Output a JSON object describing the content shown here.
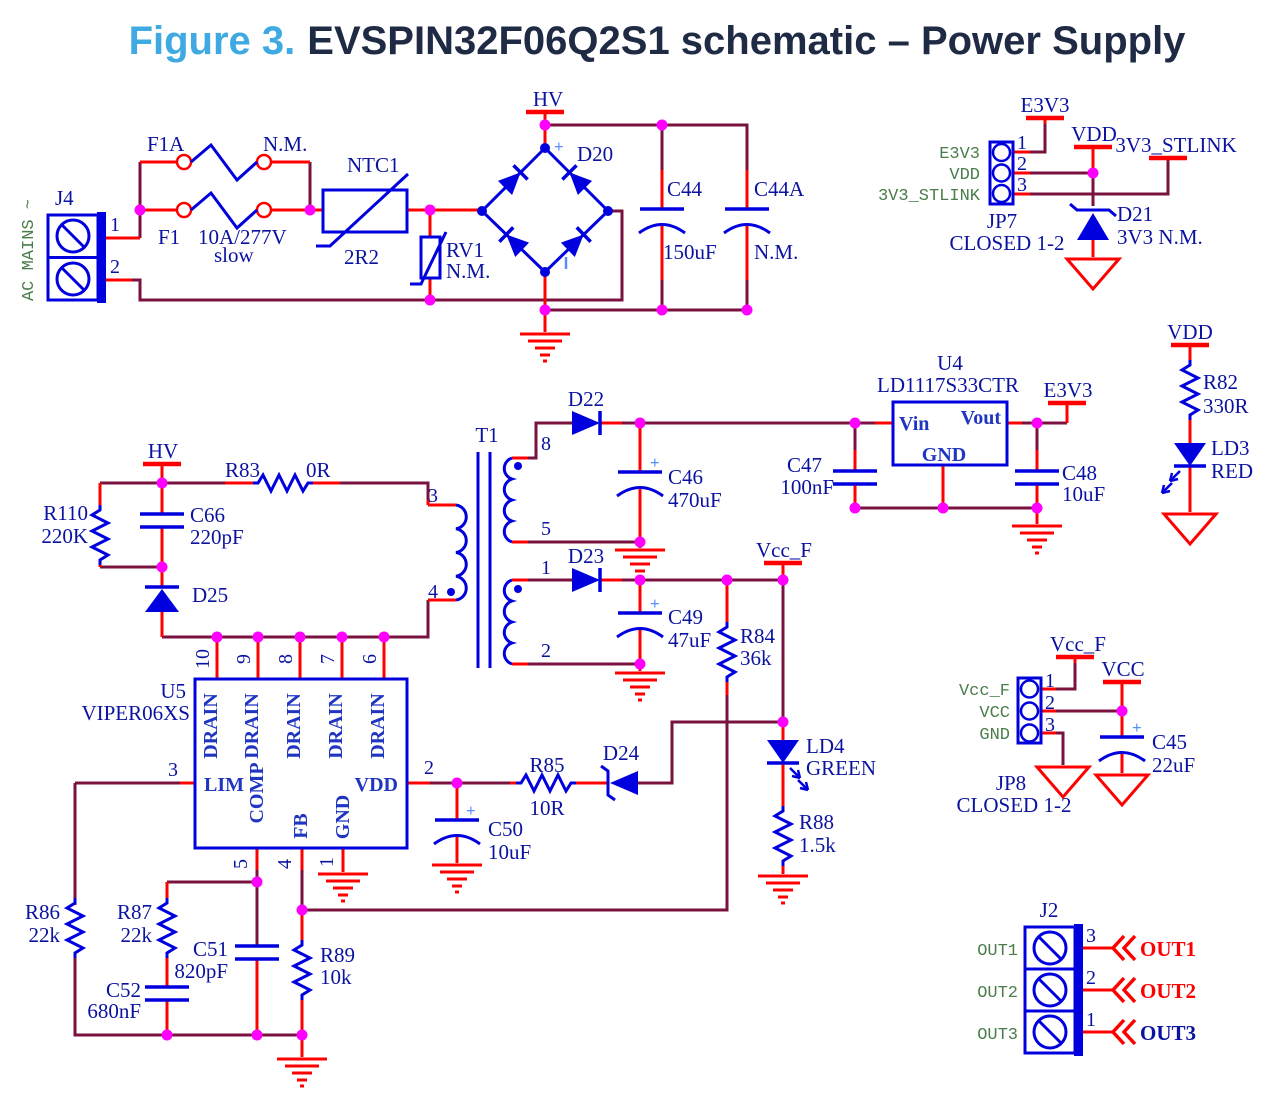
{
  "title": {
    "prefix": "Figure 3.",
    "main": "EVSPIN32F06Q2S1 schematic – Power Supply"
  },
  "colors": {
    "figure_blue": "#3FA9E1",
    "title_navy": "#1F2A44",
    "wire_red": "#FF0000",
    "wire_maroon": "#7A1240",
    "symbol_blue": "#0000DF",
    "junction": "#FF00FF",
    "green_label": "#4A7D4A",
    "navy_text": "#0A12A0",
    "pin_text": "#2036C0",
    "accent_lightblue": "#5A8CFF",
    "bg": "#FFFFFF"
  },
  "symbols": {
    "plus": "+"
  },
  "j4": {
    "ref": "J4",
    "side_label": "AC MAINS ~",
    "pin1": "1",
    "pin2": "2"
  },
  "fuses": {
    "f1a_ref": "F1A",
    "f1a_value": "N.M.",
    "f1_ref": "F1",
    "f1_rating": "10A/277V",
    "f1_speed": "slow"
  },
  "ntc1": {
    "ref": "NTC1",
    "value": "2R2"
  },
  "rv1": {
    "ref": "RV1",
    "value": "N.M."
  },
  "d20": {
    "ref": "D20"
  },
  "c44": {
    "ref": "C44",
    "value": "150uF"
  },
  "c44a": {
    "ref": "C44A",
    "value": "N.M."
  },
  "nets": {
    "hv_top": "HV",
    "hv_left": "HV",
    "e3v3_jp7": "E3V3",
    "vdd_jp7": "VDD",
    "stlink": "3V3_STLINK",
    "e3v3_u4": "E3V3",
    "vdd_led": "VDD",
    "vccf_main": "Vcc_F",
    "vccf_jp8": "Vcc_F",
    "vcc_jp8": "VCC"
  },
  "jp7": {
    "ref": "JP7",
    "note": "CLOSED 1-2",
    "nets": [
      "E3V3",
      "VDD",
      "3V3_STLINK"
    ],
    "pins": [
      "1",
      "2",
      "3"
    ]
  },
  "d21": {
    "ref": "D21",
    "value": "3V3 N.M."
  },
  "r82": {
    "ref": "R82",
    "value": "330R"
  },
  "ld3": {
    "ref": "LD3",
    "value": "RED"
  },
  "u4": {
    "ref": "U4",
    "part": "LD1117S33CTR",
    "pin_vin": "Vin",
    "pin_vout": "Vout",
    "pin_gnd": "GND"
  },
  "c47": {
    "ref": "C47",
    "value": "100nF"
  },
  "c48": {
    "ref": "C48",
    "value": "10uF"
  },
  "t1": {
    "ref": "T1",
    "pin3": "3",
    "pin4": "4",
    "pin8": "8",
    "pin5": "5",
    "pin1": "1",
    "pin2": "2"
  },
  "r83": {
    "ref": "R83",
    "value": "0R"
  },
  "r110": {
    "ref": "R110",
    "value": "220K"
  },
  "c66": {
    "ref": "C66",
    "value": "220pF"
  },
  "d25": {
    "ref": "D25"
  },
  "d22": {
    "ref": "D22"
  },
  "d23": {
    "ref": "D23"
  },
  "c46": {
    "ref": "C46",
    "value": "470uF"
  },
  "c49": {
    "ref": "C49",
    "value": "47uF"
  },
  "r84": {
    "ref": "R84",
    "value": "36k"
  },
  "u5": {
    "ref": "U5",
    "part": "VIPER06XS",
    "pin_drain": "DRAIN",
    "pin_lim": "LIM",
    "pin_comp": "COMP",
    "pin_fb": "FB",
    "pin_gnd": "GND",
    "pin_vdd": "VDD",
    "n10": "10",
    "n9": "9",
    "n8": "8",
    "n7": "7",
    "n6": "6",
    "n3": "3",
    "n2": "2",
    "n5": "5",
    "n4": "4",
    "n1": "1"
  },
  "c50": {
    "ref": "C50",
    "value": "10uF"
  },
  "r85": {
    "ref": "R85",
    "value": "10R"
  },
  "d24": {
    "ref": "D24"
  },
  "ld4": {
    "ref": "LD4",
    "value": "GREEN"
  },
  "r88": {
    "ref": "R88",
    "value": "1.5k"
  },
  "r86": {
    "ref": "R86",
    "value": "22k"
  },
  "r87": {
    "ref": "R87",
    "value": "22k"
  },
  "c51": {
    "ref": "C51",
    "value": "820pF"
  },
  "c52": {
    "ref": "C52",
    "value": "680nF"
  },
  "r89": {
    "ref": "R89",
    "value": "10k"
  },
  "jp8": {
    "ref": "JP8",
    "note": "CLOSED 1-2",
    "nets": [
      "Vcc_F",
      "VCC",
      "GND"
    ],
    "pins": [
      "1",
      "2",
      "3"
    ]
  },
  "c45": {
    "ref": "C45",
    "value": "22uF"
  },
  "j2": {
    "ref": "J2",
    "nets": [
      "OUT1",
      "OUT2",
      "OUT3"
    ],
    "pins": [
      "3",
      "2",
      "1"
    ],
    "flags": [
      "OUT1",
      "OUT2",
      "OUT3"
    ]
  }
}
